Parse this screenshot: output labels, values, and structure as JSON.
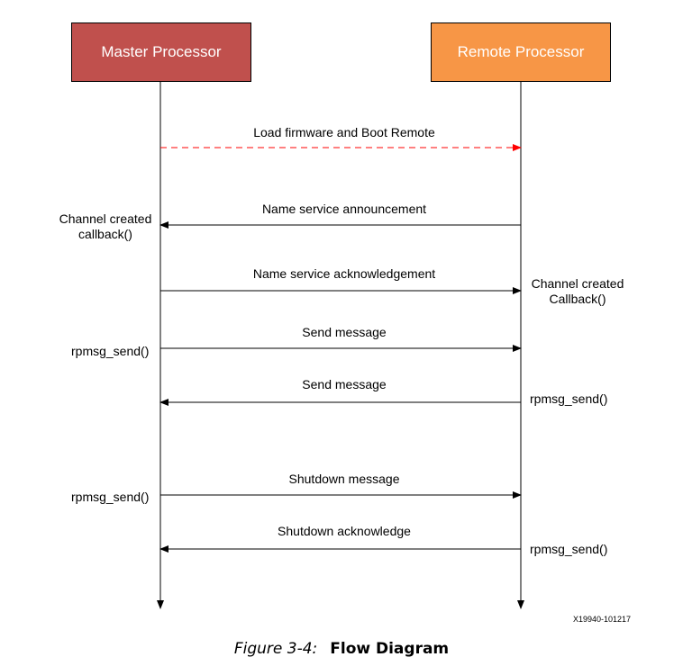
{
  "actors": {
    "master": {
      "label": "Master Processor",
      "color": "#c0504d"
    },
    "remote": {
      "label": "Remote Processor",
      "color": "#f79646"
    }
  },
  "messages": [
    {
      "id": "load-firmware",
      "label": "Load firmware and Boot Remote",
      "direction": "master-to-remote",
      "style": "dashed",
      "color": "#ff0000"
    },
    {
      "id": "name-service-announcement",
      "label": "Name service announcement",
      "direction": "remote-to-master",
      "style": "solid",
      "color": "#000000"
    },
    {
      "id": "name-service-acknowledgement",
      "label": "Name service acknowledgement",
      "direction": "master-to-remote",
      "style": "solid",
      "color": "#000000"
    },
    {
      "id": "send-message-1",
      "label": "Send message",
      "direction": "master-to-remote",
      "style": "solid",
      "color": "#000000"
    },
    {
      "id": "send-message-2",
      "label": "Send message",
      "direction": "remote-to-master",
      "style": "solid",
      "color": "#000000"
    },
    {
      "id": "shutdown-message",
      "label": "Shutdown message",
      "direction": "master-to-remote",
      "style": "solid",
      "color": "#000000"
    },
    {
      "id": "shutdown-acknowledge",
      "label": "Shutdown acknowledge",
      "direction": "remote-to-master",
      "style": "solid",
      "color": "#000000"
    }
  ],
  "side_labels": {
    "master_channel_created": "Channel created\ncallback()",
    "master_rpmsg_send_1": "rpmsg_send()",
    "master_rpmsg_send_2": "rpmsg_send()",
    "remote_channel_created": "Channel created\nCallback()",
    "remote_rpmsg_send_1": "rpmsg_send()",
    "remote_rpmsg_send_2": "rpmsg_send()"
  },
  "figure_id": "X19940-101217",
  "caption": {
    "number": "Figure 3-4:",
    "title": "Flow Diagram"
  }
}
